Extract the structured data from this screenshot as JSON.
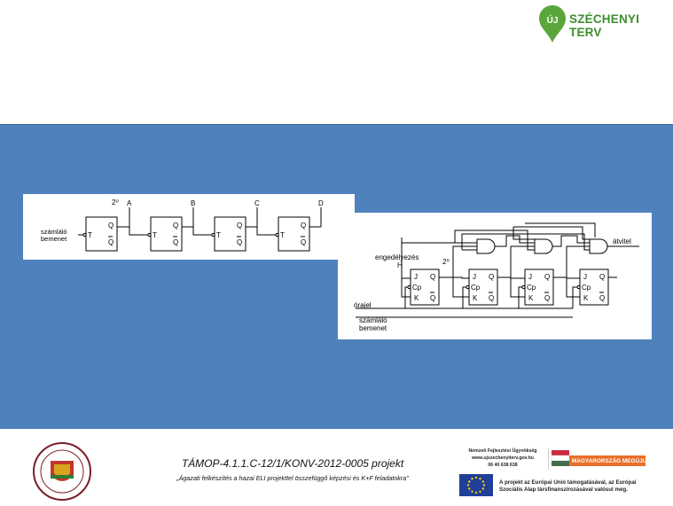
{
  "header": {
    "logo_icon_text": "ÚJ",
    "logo_text": "SZÉCHENYI TERV",
    "brand_color": "#3c8f2c"
  },
  "panel": {
    "background": "#4f81bd"
  },
  "diagram1": {
    "input_label_1": "számláló",
    "input_label_2": "bemenet",
    "power_label": "2⁰",
    "outputs": [
      "A",
      "B",
      "C",
      "D"
    ],
    "ff_t": "T",
    "ff_q": "Q",
    "ff_qbar": "Q"
  },
  "diagram2": {
    "enable_label": "engedélyezés",
    "enable_signal": "H",
    "power_label": "2⁰",
    "clock_label": "órajel",
    "counter_label_1": "számláló",
    "counter_label_2": "bemenet",
    "carry_label": "átvitel",
    "ff_j": "J",
    "ff_k": "K",
    "ff_cp": "Cp",
    "ff_q": "Q",
    "ff_qbar": "Q"
  },
  "footer": {
    "project_title": "TÁMOP-4.1.1.C-12/1/KONV-2012-0005 projekt",
    "project_subtitle": "„Ágazati felkészítés a hazai ELI projekttel összefüggő képzési és K+F feladatokra\"",
    "agency_line1": "Nemzeti Fejlesztési Ügynökség",
    "agency_line2": "www.ujszechenyiterv.gov.hu",
    "agency_line3": "06 40 638 638",
    "hungary_banner": "MAGYARORSZÁG MEGÚJUL",
    "eu_line1": "A projekt az Európai Unió támogatásával, az Európai",
    "eu_line2": "Szociális Alap társfinanszírozásával valósul meg."
  }
}
